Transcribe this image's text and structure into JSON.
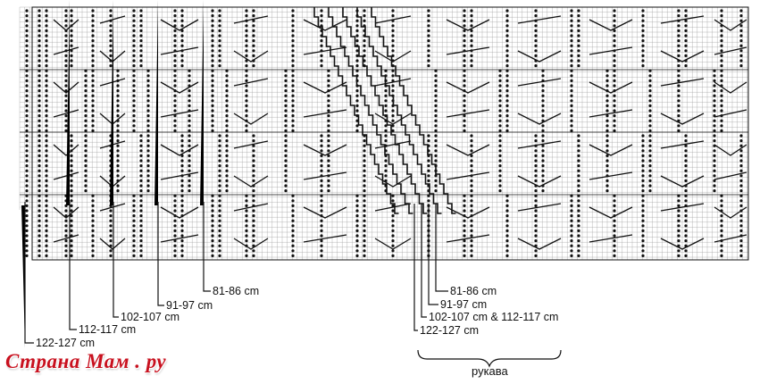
{
  "sizes_body": [
    "81-86 cm",
    "91-97 cm",
    "102-107 cm",
    "112-117 cm",
    "122-127 cm"
  ],
  "sizes_sleeve": [
    "81-86 cm",
    "91-97 cm",
    "102-107 cm & 112-117 cm",
    "122-127 cm"
  ],
  "sleeve_label": "рукава",
  "watermark": "Страна Мам . ру",
  "colors": {
    "ink": "#111111",
    "grid": "#9a9a9a",
    "watermark": "#c8101e"
  }
}
